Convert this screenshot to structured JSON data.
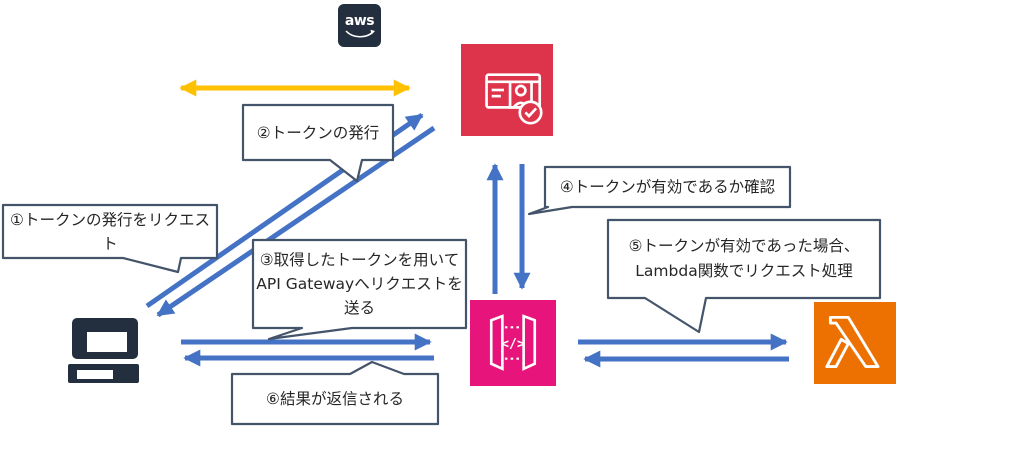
{
  "canvas": {
    "background": "#ffffff"
  },
  "aws_logo": {
    "label": "aws",
    "bg_color": "#232F3E"
  },
  "icons": {
    "cognito": {
      "color": "#DD344C"
    },
    "api_gateway": {
      "color": "#E7157B",
      "glyph": "</>"
    },
    "lambda": {
      "color": "#ED7100"
    },
    "client": {
      "color": "#232F3E"
    }
  },
  "bubbles": [
    {
      "lines": [
        "①トークンの発行をリクエスト"
      ]
    },
    {
      "lines": [
        "②トークンの発行"
      ]
    },
    {
      "lines": [
        "③取得したトークンを用いて",
        "API Gatewayへリクエストを",
        "送る"
      ]
    },
    {
      "lines": [
        "④トークンが有効であるか確認"
      ]
    },
    {
      "lines": [
        "⑤トークンが有効であった場合、",
        "Lambda関数でリクエスト処理"
      ]
    },
    {
      "lines": [
        "⑥結果が返信される"
      ]
    }
  ],
  "arrow_colors": {
    "blue": "#4472C4",
    "yellow": "#FFC000"
  },
  "bubble_style": {
    "border": "#44546A",
    "fill": "#ffffff",
    "text_color": "#262626"
  }
}
